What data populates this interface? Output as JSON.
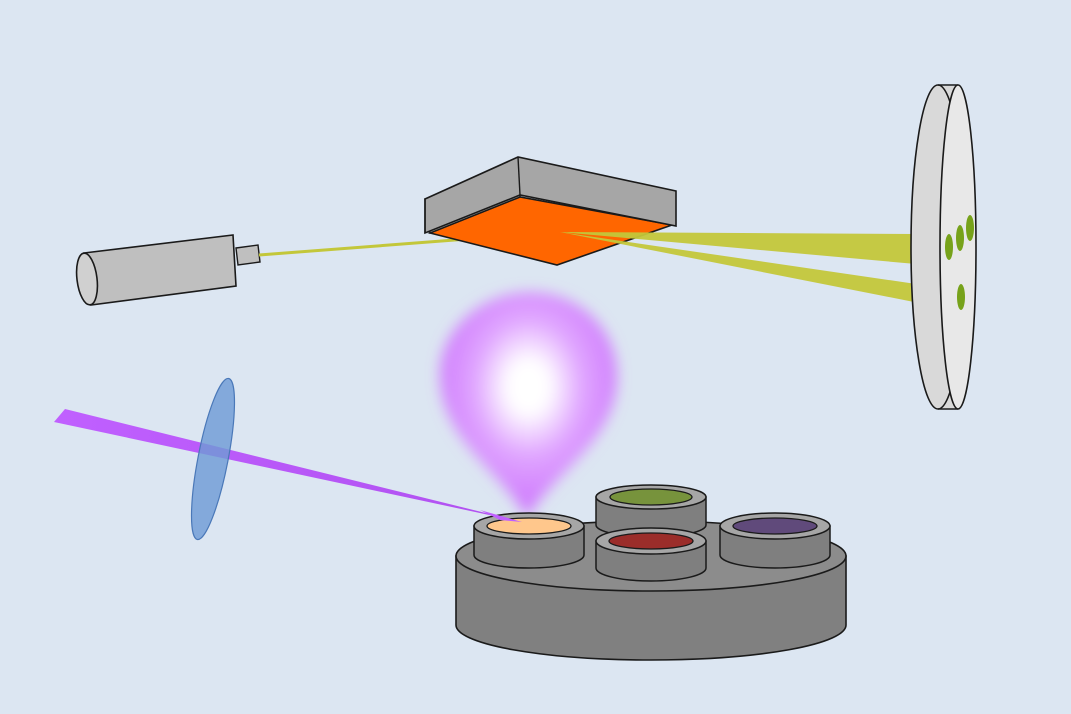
{
  "diagram": {
    "background_color": "#dce6f2",
    "components": {
      "electron_gun": {
        "icon": "electron-gun-icon",
        "color": "#bfbfbf"
      },
      "substrate": {
        "icon": "substrate-crystal-icon",
        "top_color": "#a6a6a6",
        "face_color": "#ff6600"
      },
      "screen": {
        "icon": "rheed-screen-icon",
        "color": "#d9d9d9",
        "spot_color": "#77a21a"
      },
      "laser_beam": {
        "icon": "laser-beam-icon",
        "color": "#c060ff"
      },
      "lens": {
        "icon": "focusing-lens-icon",
        "color": "#6f9bd6"
      },
      "plume": {
        "icon": "plasma-plume-icon",
        "color": "#cc66ff"
      },
      "target_carousel": {
        "icon": "target-carousel-icon",
        "color": "#808080",
        "targets": [
          {
            "name": "target-peach",
            "color": "#ffc78c"
          },
          {
            "name": "target-green",
            "color": "#77933c"
          },
          {
            "name": "target-red",
            "color": "#9b2d2a"
          },
          {
            "name": "target-purple",
            "color": "#604a7b"
          }
        ]
      },
      "electron_beam": {
        "icon": "electron-beam-icon",
        "color": "#c3c73a"
      }
    }
  }
}
